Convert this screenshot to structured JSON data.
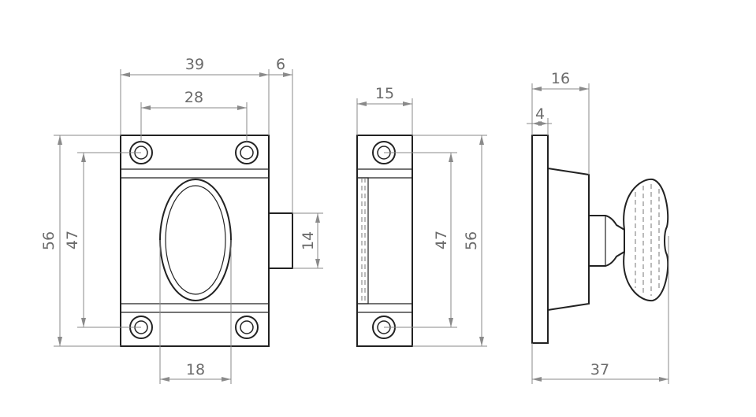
{
  "dimensions": {
    "front_width": "39",
    "front_bolt": "6",
    "front_hole_spacing": "28",
    "front_height": "56",
    "front_hole_vertical": "47",
    "front_bolt_height": "14",
    "front_oval_width": "18",
    "side_width": "15",
    "side_hole_vertical": "47",
    "side_height": "56",
    "profile_depth": "16",
    "profile_flange": "4",
    "profile_total": "37"
  },
  "colors": {
    "outline": "#222222",
    "dimension": "#8a8a8a",
    "text": "#6b6b6b"
  }
}
